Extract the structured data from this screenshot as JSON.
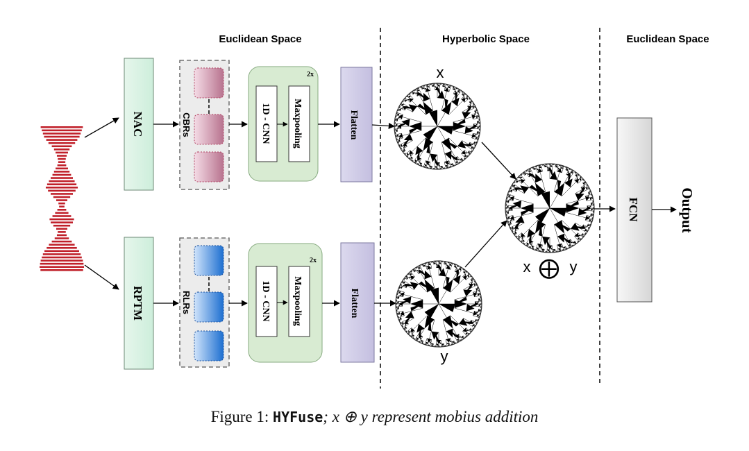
{
  "sections": {
    "left": "Euclidean Space",
    "middle": "Hyperbolic Space",
    "right": "Euclidean Space"
  },
  "top_branch": {
    "input_block": "NAC",
    "group_label": "CBRs",
    "cnn_block": "1D - CNN",
    "pool_block": "Maxpooling",
    "repeat": "2x",
    "flatten": "Flatten",
    "disk_label": "x"
  },
  "bottom_branch": {
    "input_block": "RPTM",
    "group_label": "RLRs",
    "cnn_block": "1D - CNN",
    "pool_block": "Maxpooling",
    "repeat": "2x",
    "flatten": "Flatten",
    "disk_label": "y"
  },
  "fusion": {
    "left": "x",
    "operator": "⨁",
    "right": "y"
  },
  "head": {
    "fcn": "FCN",
    "output": "Output"
  },
  "caption": {
    "prefix": "Figure 1: ",
    "model": "HYFuse",
    "rest": "; x ⊕ y represent mobius addition"
  },
  "colors": {
    "green_block": "#e3f7ea",
    "green_border": "#6d9a7a",
    "cnn_group": "#d9ead3",
    "flatten": "#d0cde6",
    "cbr_fill": "#c9859f",
    "rlr_fill": "#2f7fd6",
    "signal": "#c0202a"
  }
}
